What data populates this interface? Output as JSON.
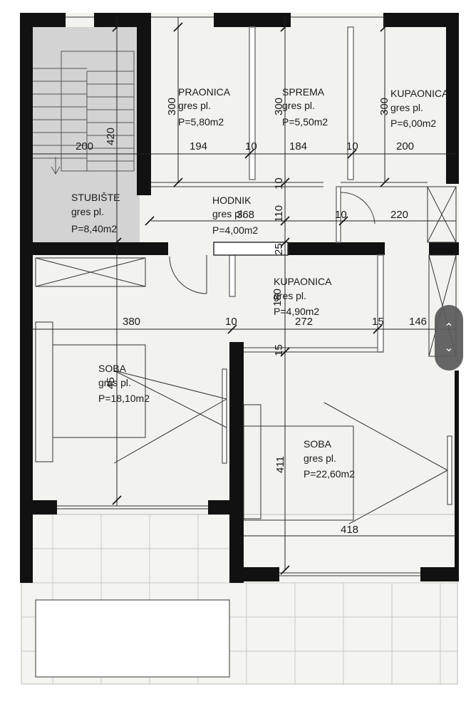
{
  "rooms": {
    "praonica": {
      "name": "PRAONICA",
      "floor": "gres pl.",
      "area": "P=5,80m2"
    },
    "sprema": {
      "name": "SPREMA",
      "floor": "gres pl.",
      "area": "P=5,50m2"
    },
    "kupaonica_top": {
      "name": "KUPAONICA",
      "floor": "gres pl.",
      "area": "P=6,00m2"
    },
    "stubiste": {
      "name": "STUBIŠTE",
      "floor": "gres pl.",
      "area": "P=8,40m2"
    },
    "hodnik": {
      "name": "HODNIK",
      "floor": "gres pl.",
      "area": "P=4,00m2"
    },
    "kupaonica_mid": {
      "name": "KUPAONICA",
      "floor": "gres pl.",
      "area": "P=4,90m2"
    },
    "soba_left": {
      "name": "SOBA",
      "floor": "gres pl.",
      "area": "P=18,10m2"
    },
    "soba_right": {
      "name": "SOBA",
      "floor": "gres pl.",
      "area": "P=22,60m2"
    }
  },
  "dimensions": {
    "d200a": "200",
    "d194": "194",
    "d10a": "10",
    "d184": "184",
    "d10b": "10",
    "d200b": "200",
    "d300a": "300",
    "d300b": "300",
    "d300c": "300",
    "d420": "420",
    "d10c": "10",
    "d368": "368",
    "d110": "110",
    "d10d": "10",
    "d220": "220",
    "d25": "25",
    "d380": "380",
    "d10e": "10",
    "d272": "272",
    "d15a": "15",
    "d146": "146",
    "d180": "180",
    "d15b": "15",
    "d411": "411",
    "d418": "418",
    "d45": "45"
  },
  "controls": {
    "up": "⌃",
    "down": "⌄"
  },
  "colors": {
    "wall": "#111111",
    "floor": "#f2f2ee",
    "stair": "#d3d3d3"
  }
}
